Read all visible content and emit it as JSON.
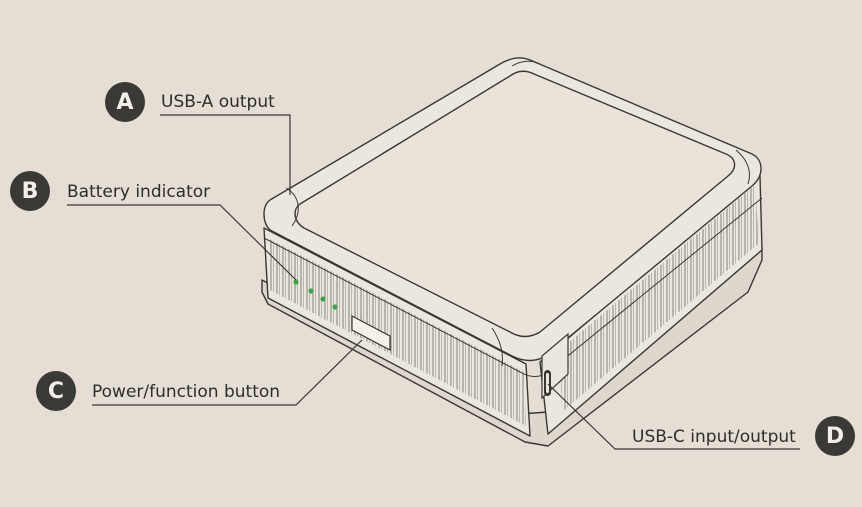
{
  "callouts": [
    {
      "letter": "A",
      "label": "USB-A output"
    },
    {
      "letter": "B",
      "label": "Battery indicator"
    },
    {
      "letter": "C",
      "label": "Power/function button"
    },
    {
      "letter": "D",
      "label": "USB-C input/output"
    }
  ],
  "battery_indicator": {
    "leds_visible": 4,
    "led_color": "#3fa14a"
  },
  "colors": {
    "background": "#e4ded4",
    "badge": "#3b3935",
    "device": "#ece7de",
    "stroke": "#3a3733"
  }
}
